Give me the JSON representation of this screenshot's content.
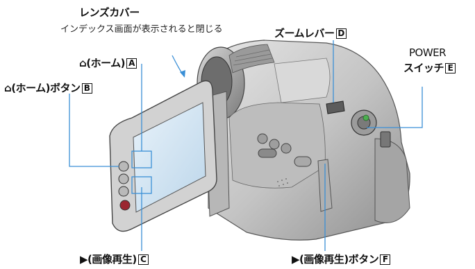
{
  "labels": {
    "lens_cover": {
      "title": "レンズカバー",
      "note": "インデックス画面が表示されると閉じる"
    },
    "home_a": {
      "symbol": "⌂",
      "text": "(ホーム)",
      "letter": "A"
    },
    "home_button_b": {
      "symbol": "⌂",
      "text": "(ホーム)ボタン",
      "letter": "B"
    },
    "play_c": {
      "symbol": "▶",
      "text": "(画像再生)",
      "letter": "C"
    },
    "zoom_lever_d": {
      "text": "ズームレバー",
      "letter": "D"
    },
    "power_switch_e": {
      "line1": "POWER",
      "line2": "スイッチ",
      "letter": "E"
    },
    "play_button_f": {
      "symbol": "▶",
      "text": "(画像再生)ボタン",
      "letter": "F"
    }
  },
  "colors": {
    "callout_line": "#3a8fd6",
    "screen": "#cfe3f2",
    "body": "#c9c9c9"
  }
}
